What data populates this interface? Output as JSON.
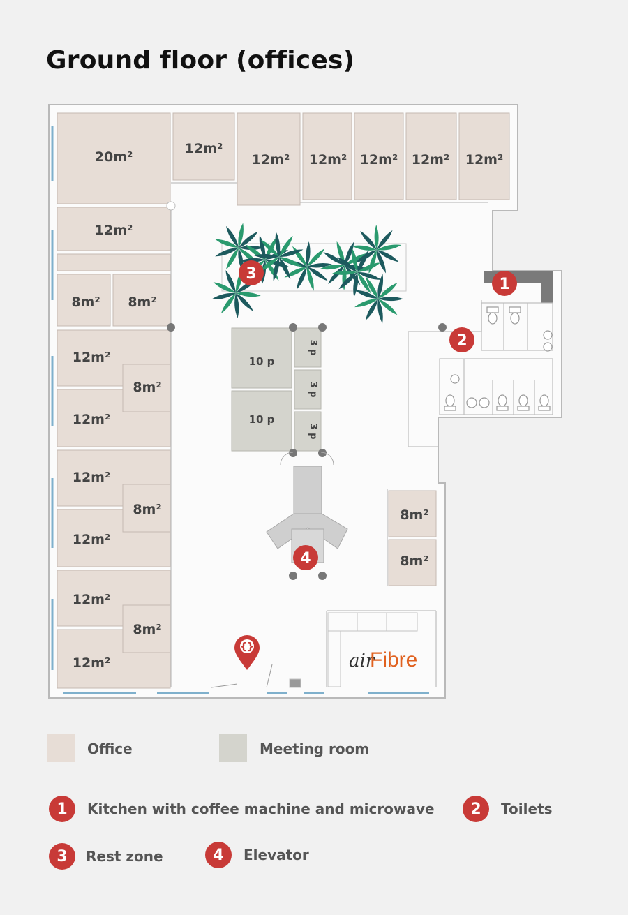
{
  "title": "Ground floor (offices)",
  "colors": {
    "office": "#e7ddd6",
    "meeting": "#d4d4cd",
    "badge": "#c83a37",
    "wall": "#b9b9b9",
    "window": "#7fb0cc",
    "plant_dark": "#1d5a5e",
    "plant_light": "#2a9a6e",
    "brand_orange": "#e0611f"
  },
  "rooms": {
    "r20": "20m²",
    "r12": "12m²",
    "r8": "8m²",
    "p10": "10 p",
    "p3": "3 p"
  },
  "brand": {
    "air": "air",
    "fibre": "Fibre"
  },
  "markers": [
    "1",
    "2",
    "3",
    "4"
  ],
  "legend": {
    "office": "Office",
    "meeting": "Meeting room",
    "items": [
      {
        "num": "1",
        "label": "Kitchen with coffee machine and microwave"
      },
      {
        "num": "2",
        "label": "Toilets"
      },
      {
        "num": "3",
        "label": "Rest zone"
      },
      {
        "num": "4",
        "label": "Elevator"
      }
    ]
  },
  "icons": [
    "entrance-pin-icon",
    "plant-icon",
    "toilet-icon",
    "sink-icon"
  ]
}
